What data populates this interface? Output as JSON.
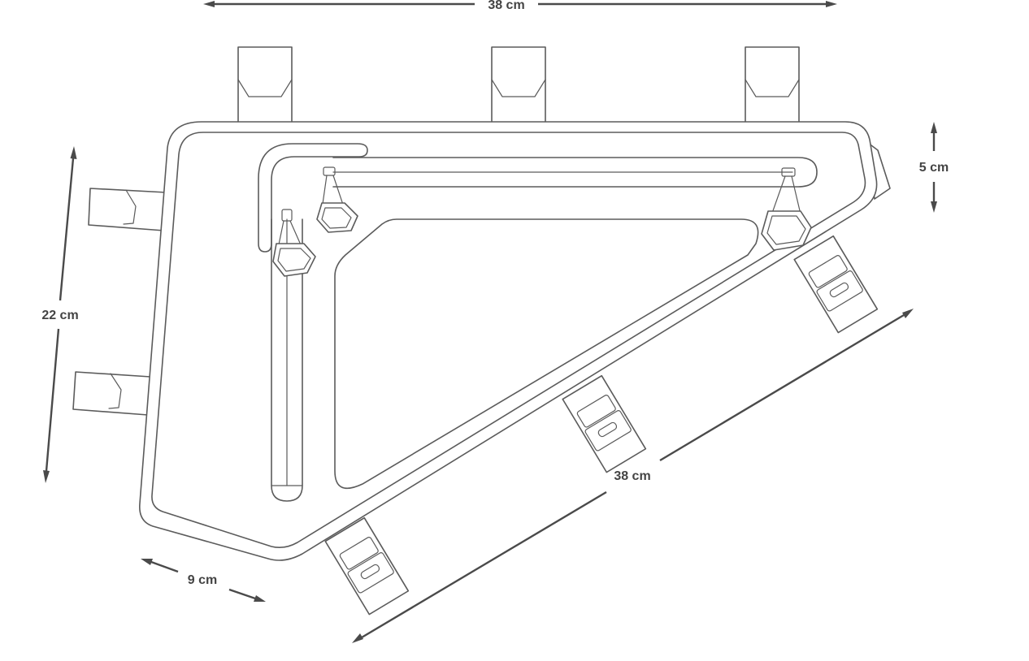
{
  "dimensions": {
    "top_length": "38 cm",
    "bottom_length": "38 cm",
    "front_height": "22 cm",
    "rear_height": "5 cm",
    "width": "9 cm"
  },
  "colors": {
    "outline": "#5b5b5b",
    "dimension": "#4a4a4a",
    "background": "#ffffff"
  }
}
